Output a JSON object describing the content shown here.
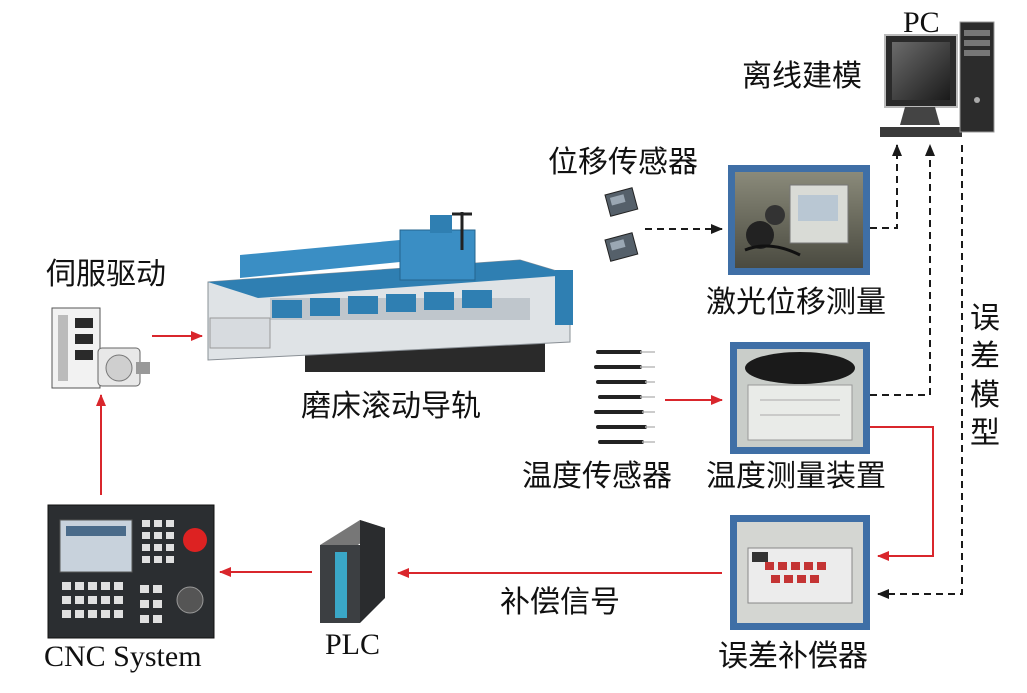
{
  "labels": {
    "pc": "PC",
    "offline_modeling": "离线建模",
    "displacement_sensor": "位移传感器",
    "servo_drive": "伺服驱动",
    "laser_measure": "激光位移测量",
    "grinder_guide": "磨床滚动导轨",
    "error_model": "误差模型",
    "temp_sensor": "温度传感器",
    "temp_device": "温度测量装置",
    "cnc": "CNC System",
    "plc": "PLC",
    "comp_signal": "补偿信号",
    "compensator": "误差补偿器"
  },
  "colors": {
    "red_arrow": "#d9262c",
    "dashed_arrow": "#1a1a1a",
    "machine_blue": "#2f7fb2",
    "device_frame": "#3f6fa6"
  }
}
